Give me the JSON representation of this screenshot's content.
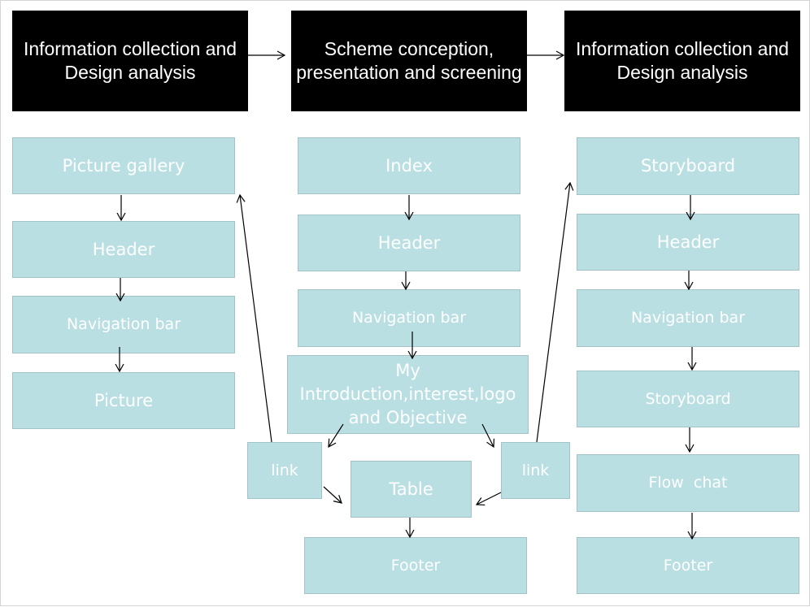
{
  "headers": {
    "h1": "Information collection and Design analysis",
    "h2": "Scheme conception, presentation and screening",
    "h3": "Information collection and Design analysis"
  },
  "left": {
    "picture_gallery": "Picture gallery",
    "header": "Header",
    "navigation_bar": "Navigation bar",
    "picture": "Picture"
  },
  "middle": {
    "index": "Index",
    "header": "Header",
    "navigation_bar": "Navigation bar",
    "intro": "My Introduction,interest,logo and Objective",
    "link_left": "link",
    "table": "Table",
    "link_right": "link",
    "footer": "Footer"
  },
  "right": {
    "storyboard_top": "Storyboard",
    "header": "Header",
    "navigation_bar": "Navigation bar",
    "storyboard": "Storyboard",
    "flow_chat": "Flow  chat",
    "footer": "Footer"
  },
  "colors": {
    "header_bg": "#000000",
    "box_bg": "#b9dfe3",
    "box_text": "#ffffff"
  }
}
